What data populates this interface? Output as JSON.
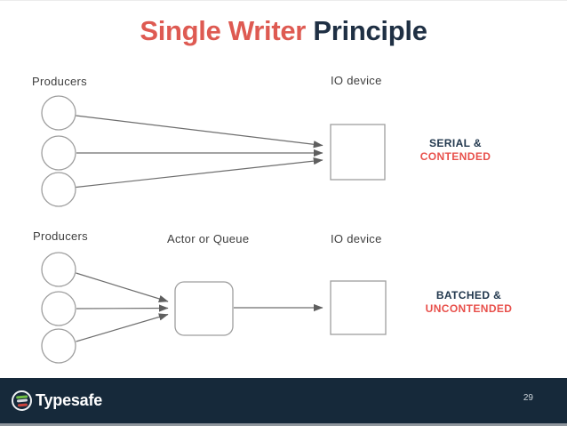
{
  "title": {
    "accent": "Single Writer",
    "rest": "Principle"
  },
  "diagram_top": {
    "producers_label": "Producers",
    "io_device_label": "IO device",
    "annotation_line1": "SERIAL &",
    "annotation_line2": "CONTENDED",
    "producer_count": 3
  },
  "diagram_bottom": {
    "producers_label": "Producers",
    "actor_label": "Actor or Queue",
    "io_device_label": "IO device",
    "annotation_line1": "BATCHED &",
    "annotation_line2": "UNCONTENDED",
    "producer_count": 3
  },
  "footer": {
    "brand": "Typesafe",
    "logo_icon": "typesafe-logo",
    "page_number": "29"
  },
  "colors": {
    "accent_red": "#de5a52",
    "title_navy": "#1f3044",
    "annotation_navy": "#21374d",
    "annotation_red": "#e8504b",
    "footer_bg": "#16293a",
    "footer_strip": "#8e959c",
    "line_gray": "#6e6e6e",
    "shape_stroke": "#9e9e9e",
    "label_gray": "#3e3e3e",
    "logo_green": "#6fbe44",
    "logo_gray": "#d7dade",
    "logo_red": "#c8433c",
    "page_num": "#ccd4da"
  }
}
